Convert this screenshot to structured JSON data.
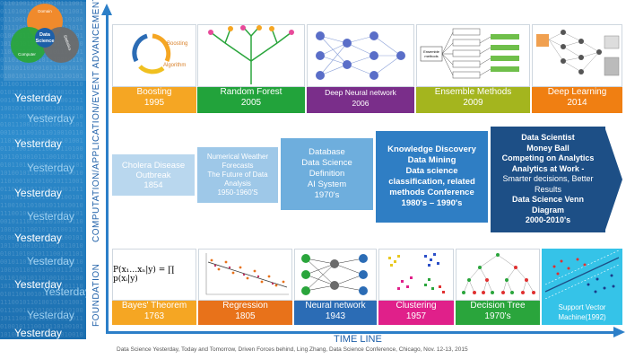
{
  "left_panel": {
    "venn_labels": [
      "Data",
      "Science",
      "Domain",
      "Statistics",
      "Computer"
    ],
    "yesterday_labels": [
      "Yesterday",
      "Yesterday",
      "Yesterday",
      "Yesterday",
      "Yesterday",
      "Yesterday",
      "Yesterday",
      "Yesterday",
      "Yesterday",
      "Yesterday",
      "Yesterday",
      "Yesterday"
    ]
  },
  "axes": {
    "upper_label": "COMPUTATION/APPLICATION/EVENT ADVANCEMENT",
    "lower_label": "FOUNDATION",
    "x_label": "TIME LINE"
  },
  "top_row": [
    {
      "title": "Boosting",
      "year": "1995",
      "color": "#f5a623",
      "image_text": [
        "Boosting",
        "Algorithm"
      ]
    },
    {
      "title": "Random Forest",
      "year": "2005",
      "color": "#22a33b"
    },
    {
      "title": "Deep Neural network",
      "year": "2006",
      "color": "#7a2e8a"
    },
    {
      "title": "Ensemble Methods",
      "year": "2009",
      "color": "#a4b51e",
      "image_text": [
        "Ensemble",
        "methods"
      ]
    },
    {
      "title": "Deep Learning",
      "year": "2014",
      "color": "#f07f12"
    }
  ],
  "middle_steps": [
    {
      "lines": [
        "Cholera Disease",
        "Outbreak",
        "1854"
      ],
      "color": "#b9d7ee"
    },
    {
      "lines": [
        "Numerical Weather",
        "Forecasts",
        "The Future of Data",
        "Analysis",
        "1950-1960'S"
      ],
      "color": "#9ec8e8"
    },
    {
      "lines": [
        "Database",
        "Data Science",
        "Definition",
        "AI System",
        "1970's"
      ],
      "color": "#6eaedd"
    },
    {
      "lines": [
        "Knowledge Discovery",
        "Data Mining",
        "Data science",
        "classification, related",
        "methods Conference",
        "1980's – 1990's"
      ],
      "color": "#2f7ec4"
    },
    {
      "lines": [
        "Data Scientist",
        "Money Ball",
        "Competing on Analytics",
        "Analytics at Work -",
        "Smarter decisions, Better",
        "Results",
        "Data Science Venn",
        "Diagram",
        "2000-2010's"
      ],
      "color": "#1d4f86"
    }
  ],
  "bottom_row": [
    {
      "title": "Bayes' Theorem",
      "year": "1763",
      "color": "#f5a623",
      "formula": "P(x₁…xₙ|y) = ∏ p(xᵢ|y)"
    },
    {
      "title": "Regression",
      "year": "1805",
      "color": "#e8721a"
    },
    {
      "title": "Neural network",
      "year": "1943",
      "color": "#2b6cb5"
    },
    {
      "title": "Clustering",
      "year": "1957",
      "color": "#e0208a"
    },
    {
      "title": "Decision Tree",
      "year": "1970's",
      "color": "#2aa53c"
    },
    {
      "title": "Support Vector",
      "year": "Machine(1992)",
      "color": "#35c3e8"
    }
  ],
  "footer": {
    "caption": "Data Science Yesterday, Today and Tomorrow, Driven Forces behind, Ling Zhang, Data Science Conference, Chicago, Nov. 12-13, 2015"
  }
}
